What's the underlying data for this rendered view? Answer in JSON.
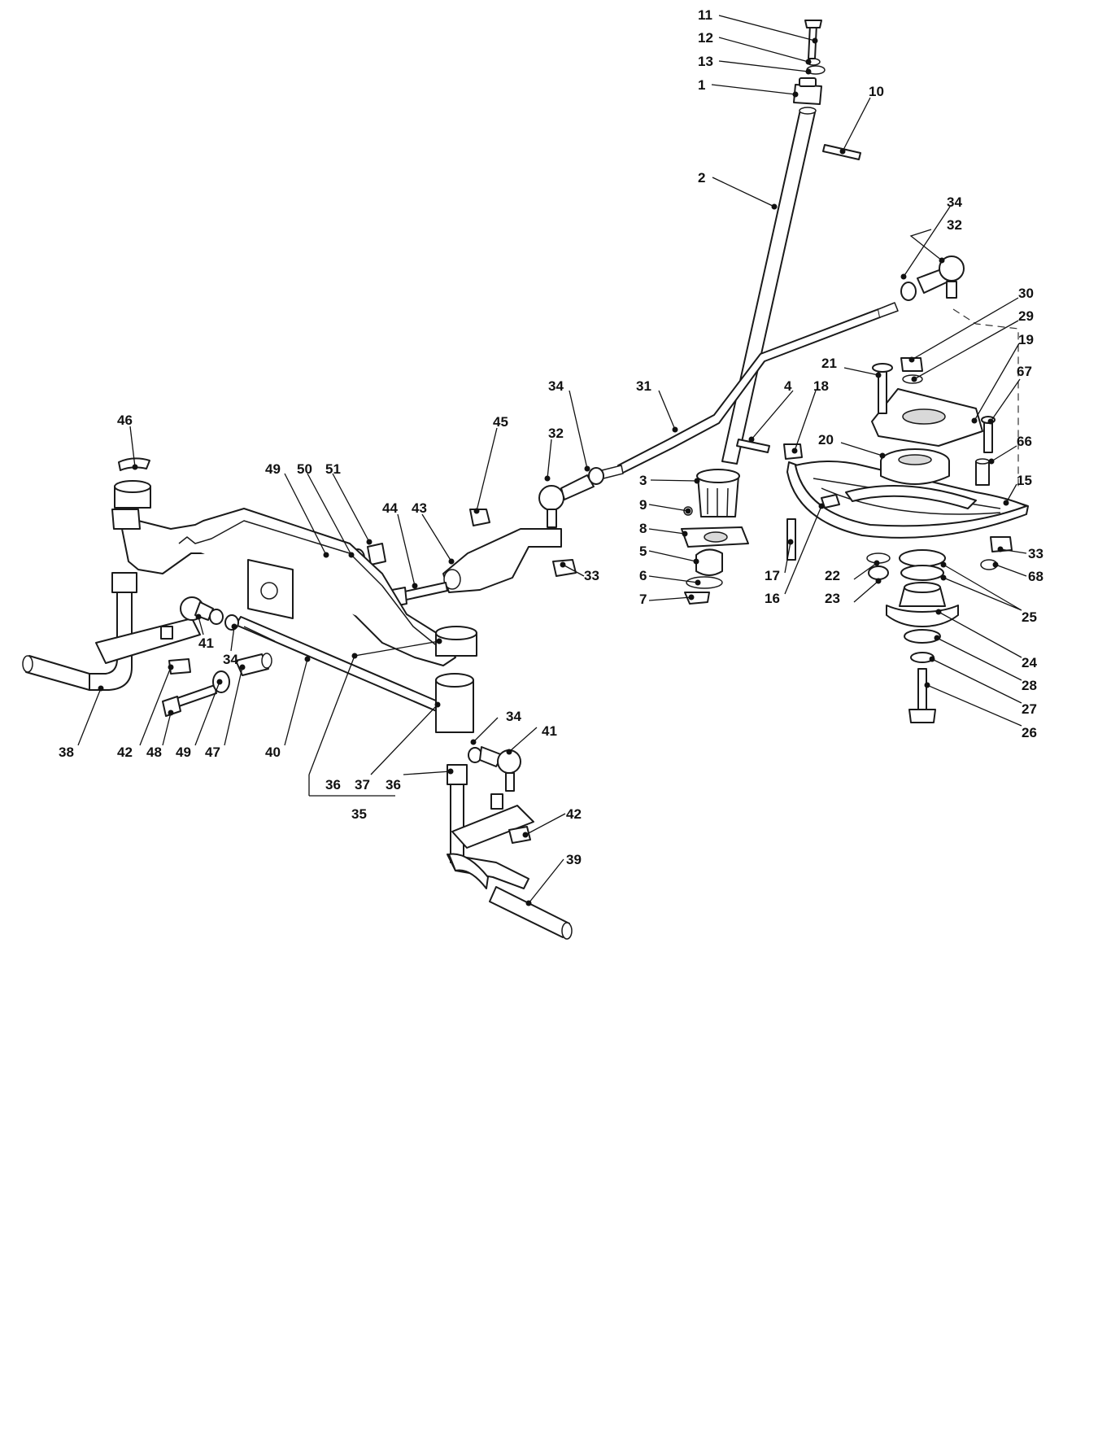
{
  "callouts": [
    {
      "id": "11",
      "text": "11"
    },
    {
      "id": "12",
      "text": "12"
    },
    {
      "id": "13",
      "text": "13"
    },
    {
      "id": "1",
      "text": "1"
    },
    {
      "id": "10",
      "text": "10"
    },
    {
      "id": "2",
      "text": "2"
    },
    {
      "id": "34a",
      "text": "34"
    },
    {
      "id": "32a",
      "text": "32"
    },
    {
      "id": "30",
      "text": "30"
    },
    {
      "id": "29",
      "text": "29"
    },
    {
      "id": "19",
      "text": "19"
    },
    {
      "id": "21",
      "text": "21"
    },
    {
      "id": "67",
      "text": "67"
    },
    {
      "id": "34b",
      "text": "34"
    },
    {
      "id": "31",
      "text": "31"
    },
    {
      "id": "4",
      "text": "4"
    },
    {
      "id": "18",
      "text": "18"
    },
    {
      "id": "20",
      "text": "20"
    },
    {
      "id": "66",
      "text": "66"
    },
    {
      "id": "46",
      "text": "46"
    },
    {
      "id": "45",
      "text": "45"
    },
    {
      "id": "32b",
      "text": "32"
    },
    {
      "id": "15",
      "text": "15"
    },
    {
      "id": "49a",
      "text": "49"
    },
    {
      "id": "50",
      "text": "50"
    },
    {
      "id": "51",
      "text": "51"
    },
    {
      "id": "3",
      "text": "3"
    },
    {
      "id": "44",
      "text": "44"
    },
    {
      "id": "43",
      "text": "43"
    },
    {
      "id": "9",
      "text": "9"
    },
    {
      "id": "8",
      "text": "8"
    },
    {
      "id": "33a",
      "text": "33"
    },
    {
      "id": "33b",
      "text": "33"
    },
    {
      "id": "5",
      "text": "5"
    },
    {
      "id": "22",
      "text": "22"
    },
    {
      "id": "68",
      "text": "68"
    },
    {
      "id": "17",
      "text": "17"
    },
    {
      "id": "6",
      "text": "6"
    },
    {
      "id": "23",
      "text": "23"
    },
    {
      "id": "7",
      "text": "7"
    },
    {
      "id": "16",
      "text": "16"
    },
    {
      "id": "25",
      "text": "25"
    },
    {
      "id": "41a",
      "text": "41"
    },
    {
      "id": "34c",
      "text": "34"
    },
    {
      "id": "24",
      "text": "24"
    },
    {
      "id": "28",
      "text": "28"
    },
    {
      "id": "27",
      "text": "27"
    },
    {
      "id": "26",
      "text": "26"
    },
    {
      "id": "38",
      "text": "38"
    },
    {
      "id": "42a",
      "text": "42"
    },
    {
      "id": "48",
      "text": "48"
    },
    {
      "id": "49b",
      "text": "49"
    },
    {
      "id": "47",
      "text": "47"
    },
    {
      "id": "40",
      "text": "40"
    },
    {
      "id": "34d",
      "text": "34"
    },
    {
      "id": "41b",
      "text": "41"
    },
    {
      "id": "36a",
      "text": "36"
    },
    {
      "id": "37",
      "text": "37"
    },
    {
      "id": "36b",
      "text": "36"
    },
    {
      "id": "35",
      "text": "35"
    },
    {
      "id": "42b",
      "text": "42"
    },
    {
      "id": "39",
      "text": "39"
    }
  ]
}
